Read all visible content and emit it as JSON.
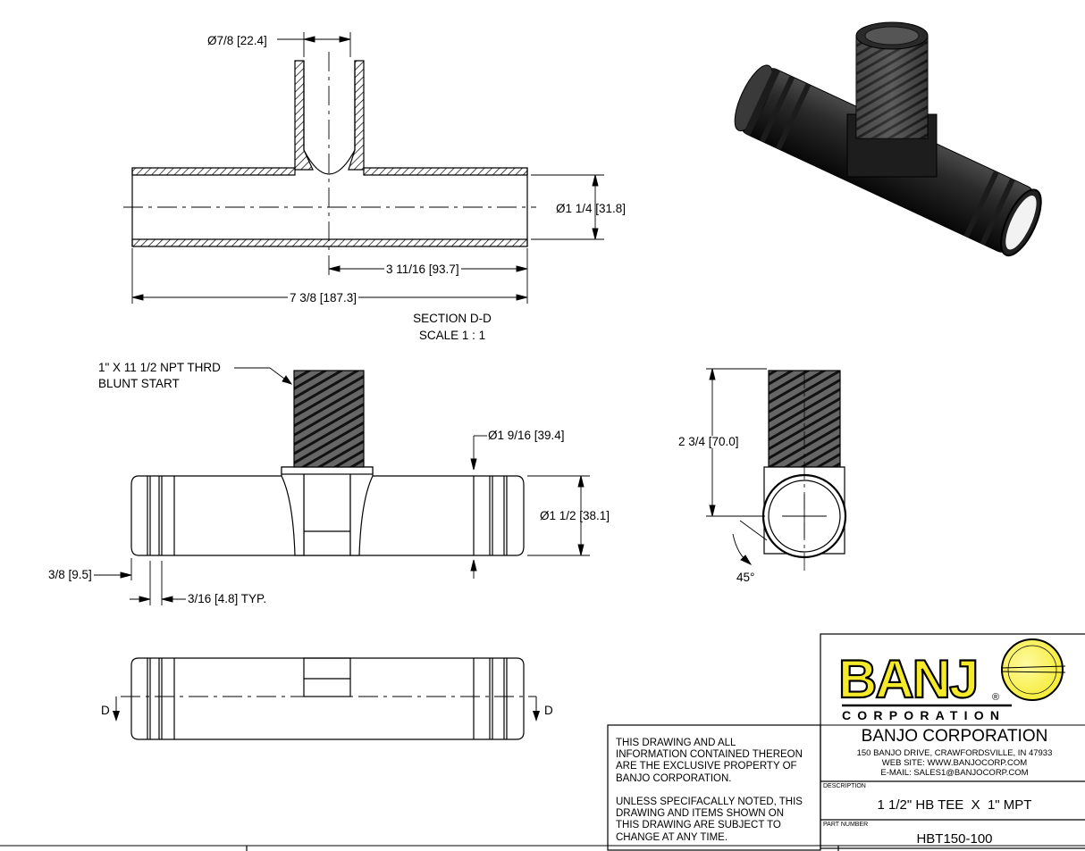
{
  "dimensions": {
    "thread_bore": "Ø7/8 [22.4]",
    "pipe_od": "Ø1 1/4 [31.8]",
    "half_length": "3 11/16 [93.7]",
    "overall_length": "7 3/8 [187.3]",
    "barb_od": "Ø1 9/16 [39.4]",
    "body_od": "Ø1 1/2 [38.1]",
    "barb_land": "3/8 [9.5]",
    "barb_pitch": "3/16 [4.8] TYP.",
    "height": "2 3/4 [70.0]",
    "angle": "45°"
  },
  "section": {
    "title": "SECTION D-D",
    "scale": "SCALE 1 : 1",
    "marker": "D"
  },
  "notes": {
    "thread_line1": "1\" X 11 1/2 NPT THRD",
    "thread_line2": "BLUNT START"
  },
  "title_block": {
    "disclaimer_1": [
      "THIS DRAWING AND ALL",
      "INFORMATION CONTAINED THEREON",
      "ARE THE EXCLUSIVE PROPERTY OF",
      "BANJO CORPORATION."
    ],
    "disclaimer_2": [
      "UNLESS SPECIFACALLY NOTED, THIS",
      "DRAWING AND ITEMS SHOWN ON",
      "THIS DRAWING ARE SUBJECT TO",
      "CHANGE AT ANY TIME."
    ],
    "logo_text": "BANJ",
    "logo_sub": "CORPORATION",
    "logo_reg": "®",
    "company": "BANJO CORPORATION",
    "address": "150 BANJO DRIVE, CRAWFORDSVILLE, IN 47933",
    "website": "WEB SITE: WWW.BANJOCORP.COM",
    "email": "E-MAIL: SALES1@BANJOCORP.COM",
    "description_label": "DESCRIPTION",
    "description": "1 1/2\" HB TEE  X  1\" MPT",
    "part_number_label": "PART NUMBER",
    "part_number": "HBT150-100",
    "colors": {
      "logo_yellow": "#f4ea2a",
      "ink": "#000000"
    }
  }
}
